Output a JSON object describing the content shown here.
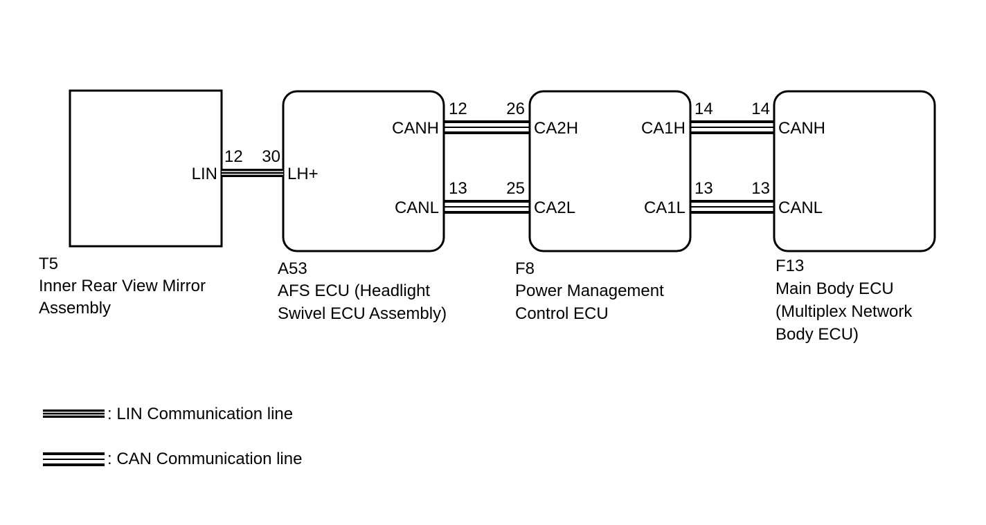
{
  "components": {
    "t5": {
      "code": "T5",
      "name_lines": [
        "Inner Rear View Mirror",
        "Assembly"
      ]
    },
    "a53": {
      "code": "A53",
      "name_lines": [
        "AFS ECU (Headlight",
        "Swivel ECU Assembly)"
      ]
    },
    "f8": {
      "code": "F8",
      "name_lines": [
        "Power Management",
        "Control ECU"
      ]
    },
    "f13": {
      "code": "F13",
      "name_lines": [
        "Main Body ECU",
        "(Multiplex Network",
        "Body ECU)"
      ]
    }
  },
  "terminals": {
    "t5_lin": "LIN",
    "a53_lh": "LH+",
    "a53_canh": "CANH",
    "a53_canl": "CANL",
    "f8_ca2h": "CA2H",
    "f8_ca2l": "CA2L",
    "f8_ca1h": "CA1H",
    "f8_ca1l": "CA1L",
    "f13_canh": "CANH",
    "f13_canl": "CANL"
  },
  "pins": {
    "t5_lin": "12",
    "a53_lh": "30",
    "a53_canh": "12",
    "f8_ca2h": "26",
    "a53_canl": "13",
    "f8_ca2l": "25",
    "f8_ca1h": "14",
    "f13_canh": "14",
    "f8_ca1l": "13",
    "f13_canl": "13"
  },
  "legend": {
    "lin": ": LIN Communication line",
    "can": ": CAN Communication line"
  }
}
